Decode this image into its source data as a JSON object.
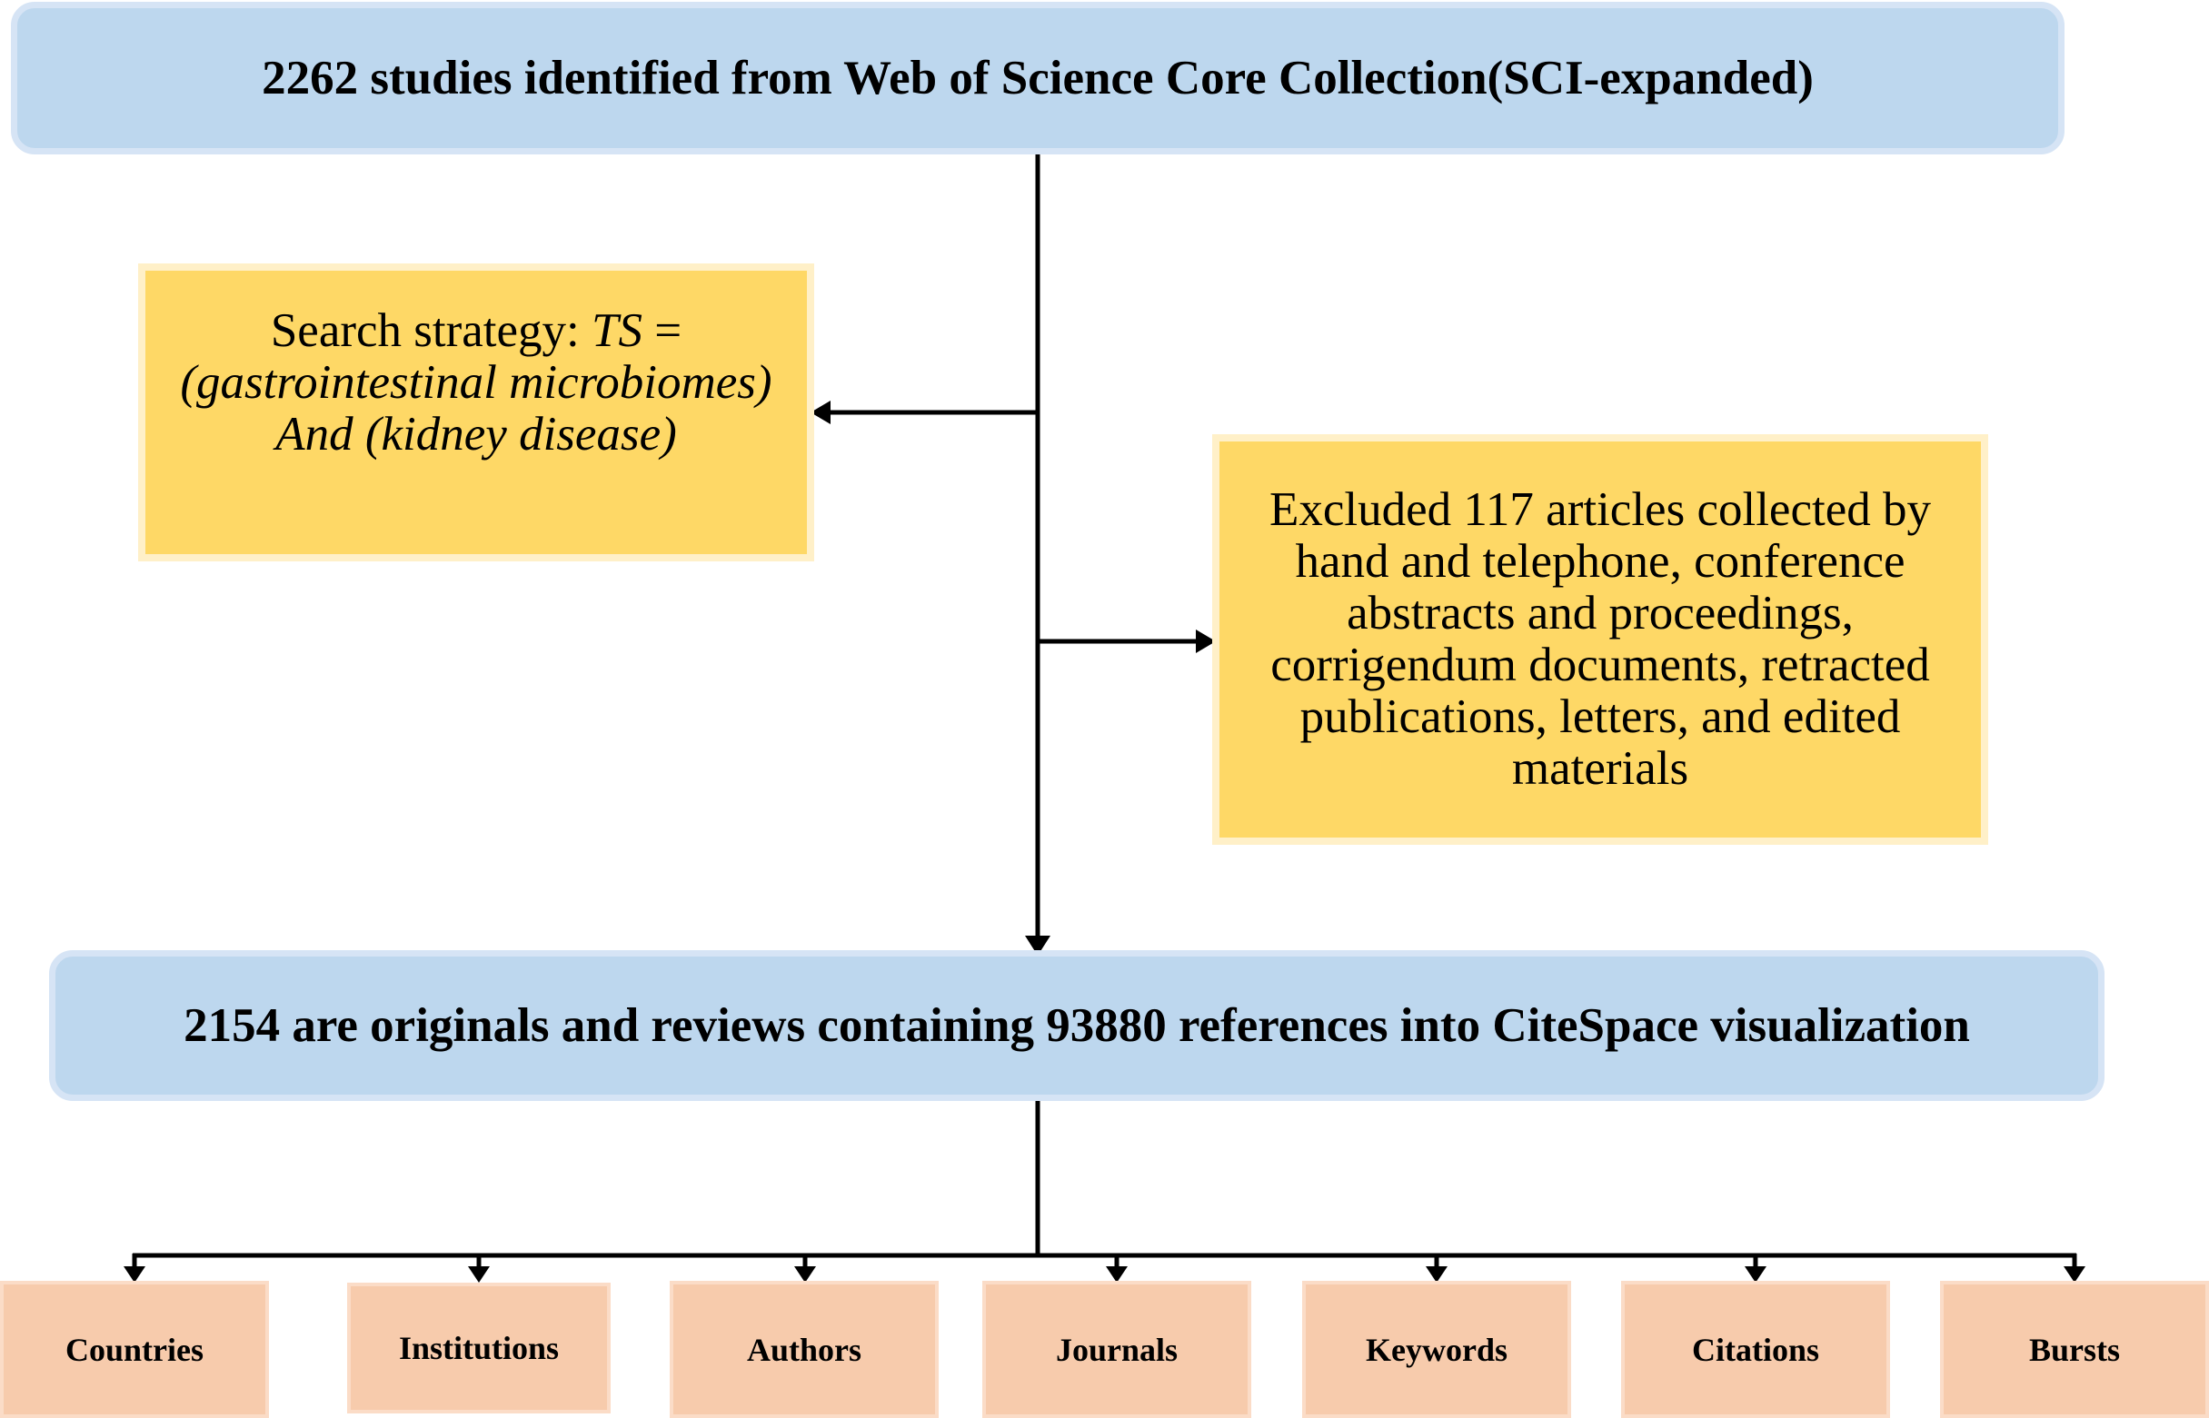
{
  "top_box": {
    "text": "2262 studies identified from Web of Science Core Collection(SCI-expanded)"
  },
  "search_box": {
    "prefix": "Search strategy: ",
    "ts": "TS",
    "eq": " =",
    "line2": "(gastrointestinal microbiomes)",
    "line3": "And (kidney disease)"
  },
  "excluded_box": {
    "lines": [
      "Excluded 117 articles collected by",
      "hand and telephone, conference",
      "abstracts and proceedings,",
      "corrigendum documents, retracted",
      "publications, letters, and edited",
      "materials"
    ]
  },
  "middle_box": {
    "text": "2154 are originals and reviews containing 93880 references into CiteSpace visualization"
  },
  "categories": [
    "Countries",
    "Institutions",
    "Authors",
    "Journals",
    "Keywords",
    "Citations",
    "Bursts"
  ],
  "colors": {
    "blue_fill": "#bdd7ee",
    "yellow_fill": "#fed866",
    "peach_fill": "#f7cbac",
    "connector": "#000000"
  }
}
